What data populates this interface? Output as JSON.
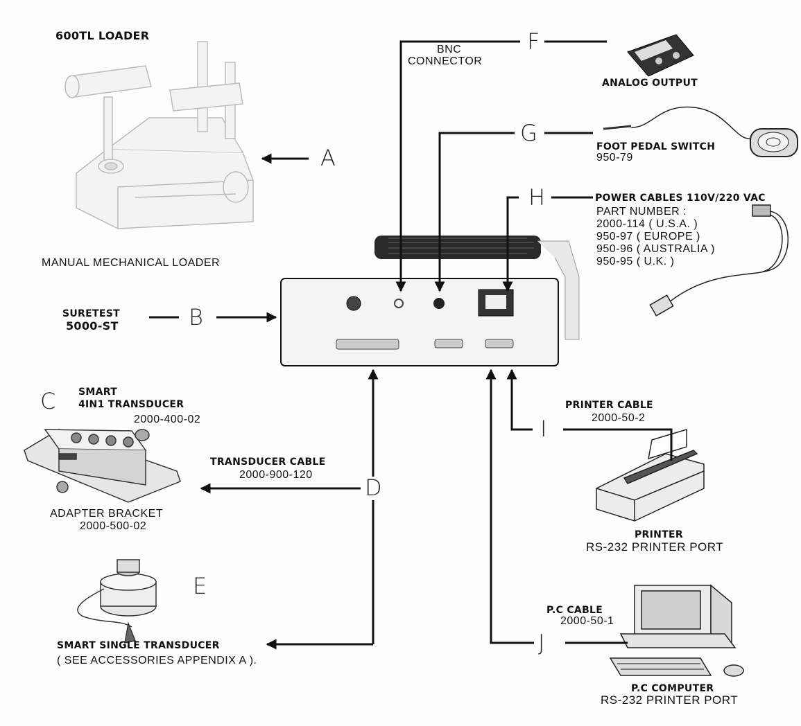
{
  "title": "600TL LOADER",
  "loader": {
    "letter": "A",
    "caption": "MANUAL MECHANICAL LOADER"
  },
  "bnc": {
    "letter": "F",
    "line1": "BNC",
    "line2": "CONNECTOR"
  },
  "analog": {
    "label": "ANALOG OUTPUT"
  },
  "foot_pedal": {
    "letter": "G",
    "label": "FOOT PEDAL SWITCH",
    "part": "950-79"
  },
  "power": {
    "letter": "H",
    "label": "POWER CABLES 110V/220 VAC",
    "part_header": "PART NUMBER :",
    "parts": [
      "2000-114 ( U.S.A. )",
      "950-97 ( EUROPE )",
      "950-96 ( AUSTRALIA )",
      "950-95 ( U.K. )"
    ]
  },
  "suretest": {
    "letter": "B",
    "line1": "SURETEST",
    "line2": "5000-ST"
  },
  "transducer_4in1": {
    "letter": "C",
    "line1": "SMART",
    "line2": "4IN1 TRANSDUCER",
    "part": "2000-400-02"
  },
  "adapter": {
    "line1": "ADAPTER BRACKET",
    "line2": "2000-500-02"
  },
  "transducer_cable": {
    "letter": "D",
    "label": "TRANSDUCER CABLE",
    "part": "2000-900-120"
  },
  "single_transducer": {
    "letter": "E",
    "label": "SMART SINGLE TRANSDUCER",
    "note": "( SEE ACCESSORIES APPENDIX A )."
  },
  "printer_cable": {
    "letter": "I",
    "label": "PRINTER CABLE",
    "part": "2000-50-2"
  },
  "printer": {
    "label": "PRINTER",
    "port": "RS-232 PRINTER PORT"
  },
  "pc_cable": {
    "letter": "J",
    "label": "P.C CABLE",
    "part": "2000-50-1"
  },
  "pc": {
    "label": "P.C COMPUTER",
    "port": "RS-232 PRINTER PORT"
  },
  "colors": {
    "ink": "#111111",
    "panel": "#f4f4f2",
    "background": "#fdfdfb"
  }
}
